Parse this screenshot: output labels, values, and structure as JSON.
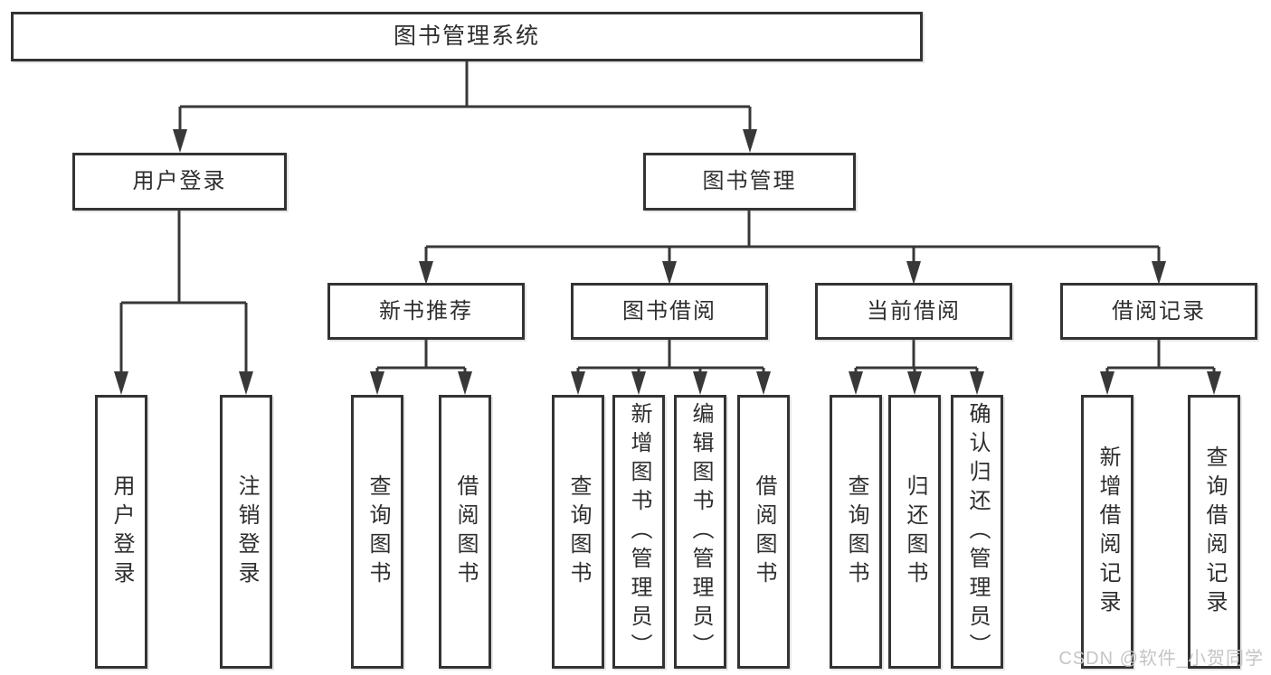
{
  "diagram": {
    "type": "hierarchy-tree",
    "levels": 4,
    "style": {
      "line_color": "#383838",
      "border_color": "#333333",
      "text_color": "#2e2e2e",
      "background": "#ffffff",
      "watermark_color": "#c5c5c5"
    }
  },
  "nodes": {
    "root": {
      "label": "图书管理系统"
    },
    "userLogin": {
      "label": "用户登录"
    },
    "bookMgmt": {
      "label": "图书管理"
    },
    "newBooks": {
      "label": "新书推荐"
    },
    "bookBorrow": {
      "label": "图书借阅"
    },
    "currentBorrow": {
      "label": "当前借阅"
    },
    "borrowRecords": {
      "label": "借阅记录"
    },
    "leafUserLogin": {
      "label": "用户登录"
    },
    "leafLogout": {
      "label": "注销登录"
    },
    "leafNbQuery": {
      "label": "查询图书"
    },
    "leafNbBorrow": {
      "label": "借阅图书"
    },
    "leafBbQuery": {
      "label": "查询图书"
    },
    "leafBbAdd": {
      "label": "新增图书（管理员）"
    },
    "leafBbEdit": {
      "label": "编辑图书（管理员）"
    },
    "leafBbBorrow": {
      "label": "借阅图书"
    },
    "leafCbQuery": {
      "label": "查询图书"
    },
    "leafCbReturn": {
      "label": "归还图书"
    },
    "leafCbConfirm": {
      "label": "确认归还（管理员）"
    },
    "leafBrAdd": {
      "label": "新增借阅记录"
    },
    "leafBrQuery": {
      "label": "查询借阅记录"
    }
  },
  "watermark": {
    "text": "CSDN @软件_小贺同学"
  }
}
